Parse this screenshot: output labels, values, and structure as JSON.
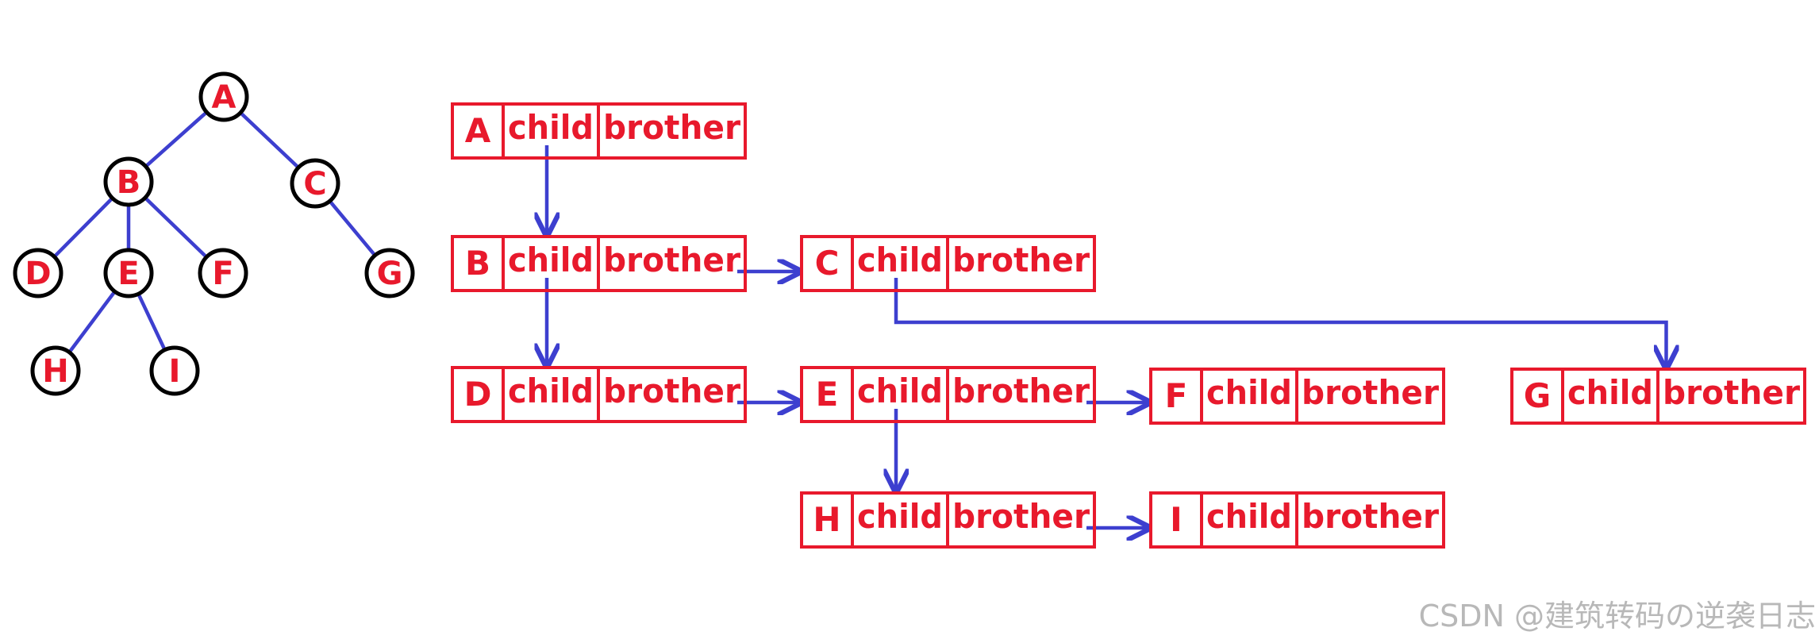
{
  "colors": {
    "text": "#e8192c",
    "box": "#e8192c",
    "edge": "#3d3fcf",
    "circle": "#000000"
  },
  "tree": {
    "nodes": [
      {
        "id": "A",
        "label": "A"
      },
      {
        "id": "B",
        "label": "B"
      },
      {
        "id": "C",
        "label": "C"
      },
      {
        "id": "D",
        "label": "D"
      },
      {
        "id": "E",
        "label": "E"
      },
      {
        "id": "F",
        "label": "F"
      },
      {
        "id": "G",
        "label": "G"
      },
      {
        "id": "H",
        "label": "H"
      },
      {
        "id": "I",
        "label": "I"
      }
    ],
    "edges": [
      [
        "A",
        "B"
      ],
      [
        "A",
        "C"
      ],
      [
        "B",
        "D"
      ],
      [
        "B",
        "E"
      ],
      [
        "B",
        "F"
      ],
      [
        "C",
        "G"
      ],
      [
        "E",
        "H"
      ],
      [
        "E",
        "I"
      ]
    ]
  },
  "structure": {
    "child_label": "child",
    "brother_label": "brother",
    "nodes": [
      {
        "id": "A",
        "label": "A"
      },
      {
        "id": "B",
        "label": "B"
      },
      {
        "id": "C",
        "label": "C"
      },
      {
        "id": "D",
        "label": "D"
      },
      {
        "id": "E",
        "label": "E"
      },
      {
        "id": "F",
        "label": "F"
      },
      {
        "id": "G",
        "label": "G"
      },
      {
        "id": "H",
        "label": "H"
      },
      {
        "id": "I",
        "label": "I"
      }
    ],
    "links": [
      {
        "from": "A",
        "field": "child",
        "to": "B"
      },
      {
        "from": "B",
        "field": "child",
        "to": "D"
      },
      {
        "from": "B",
        "field": "brother",
        "to": "C"
      },
      {
        "from": "C",
        "field": "child",
        "to": "G"
      },
      {
        "from": "D",
        "field": "brother",
        "to": "E"
      },
      {
        "from": "E",
        "field": "brother",
        "to": "F"
      },
      {
        "from": "E",
        "field": "child",
        "to": "H"
      },
      {
        "from": "H",
        "field": "brother",
        "to": "I"
      }
    ]
  },
  "watermark": "CSDN @建筑转码の逆袭日志"
}
